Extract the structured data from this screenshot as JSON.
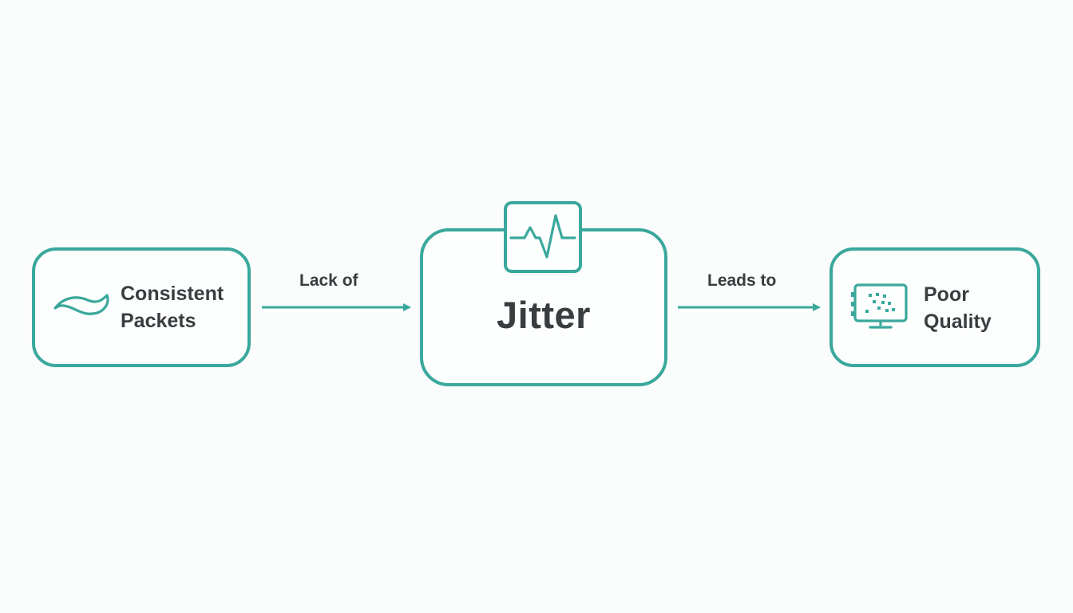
{
  "diagram": {
    "nodes": {
      "left": {
        "lines": [
          "Consistent",
          "Packets"
        ],
        "icon": "wave-icon"
      },
      "center": {
        "label": "Jitter",
        "icon": "heartbeat-icon"
      },
      "right": {
        "lines": [
          "Poor",
          "Quality"
        ],
        "icon": "pixelated-monitor-icon"
      }
    },
    "edges": [
      {
        "from": "left",
        "to": "center",
        "label": "Lack of"
      },
      {
        "from": "center",
        "to": "right",
        "label": "Leads to"
      }
    ]
  },
  "colors": {
    "accent": "#3aa89c",
    "text": "#3a3d40",
    "background": "#fbfcfc"
  }
}
